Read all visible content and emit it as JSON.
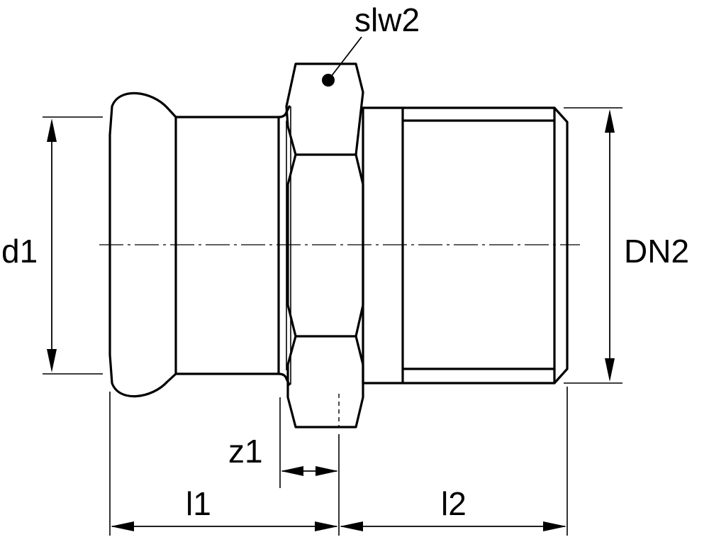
{
  "labels": {
    "slw2": "slw2",
    "d1": "d1",
    "dn2": "DN2",
    "z1": "z1",
    "l1": "l1",
    "l2": "l2"
  },
  "colors": {
    "line": "#000000",
    "background": "#ffffff"
  }
}
